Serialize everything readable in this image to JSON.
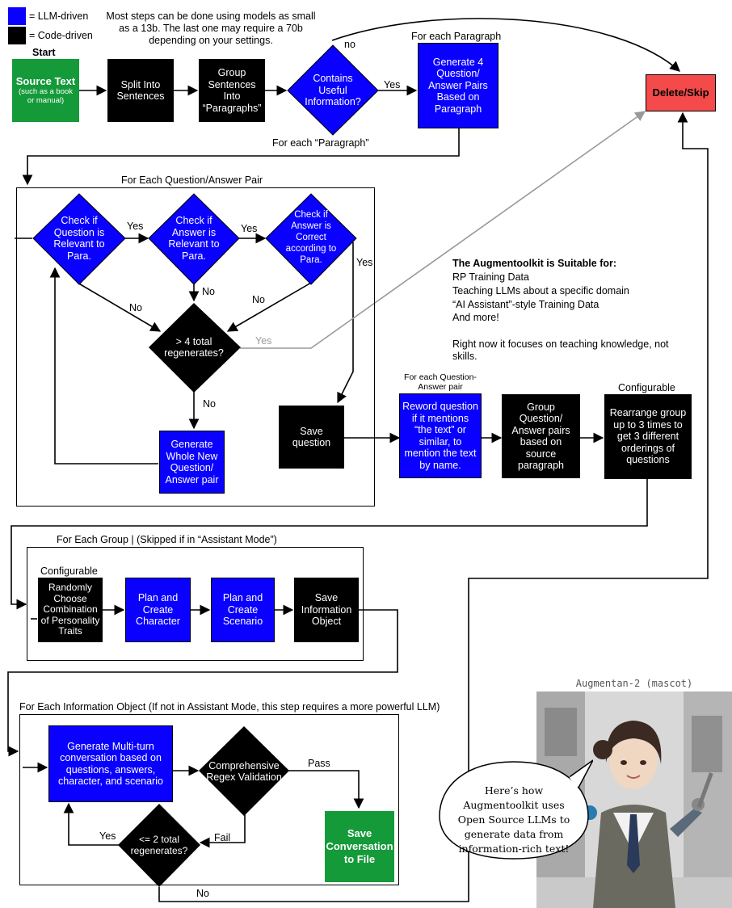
{
  "legend": {
    "llm": "= LLM-driven",
    "code": "= Code-driven",
    "llm_color": "#0a00ff",
    "code_color": "#000000"
  },
  "note": {
    "models": "Most steps can be done using models as small as a 13b. The last one may require a 70b depending on your settings."
  },
  "start": {
    "label": "Start",
    "source_title": "Source Text",
    "source_sub": "(such as a book or manual)"
  },
  "stage1": {
    "split": "Split Into Sentences",
    "group": "Group Sentences Into “Paragraphs”",
    "contains": "Contains Useful Information?",
    "generate": "Generate 4 Question/ Answer Pairs Based on Paragraph",
    "delete": "Delete/Skip",
    "for_each_paragraph_top": "For each Paragraph",
    "for_each_paragraph_bottom": "For each “Paragraph”",
    "yes": "Yes",
    "no": "no"
  },
  "stage2": {
    "frame_title": "For Each Question/Answer Pair",
    "q_relevant": "Check if Question is Relevant to Para.",
    "a_relevant": "Check if Answer is Relevant to Para.",
    "a_correct": "Check if Answer is Correct according to Para.",
    "regenerates": "> 4 total regenerates?",
    "generate_new": "Generate Whole New Question/ Answer pair",
    "save_question": "Save question",
    "yes": "Yes",
    "no": "No",
    "reword_title": "For each Question-Answer pair",
    "reword": "Reword question if it mentions “the text” or similar, to mention the text by name.",
    "group_pairs": "Group Question/ Answer pairs based on source paragraph",
    "configurable": "Configurable",
    "rearrange": "Rearrange group up to 3 times to get 3 different orderings of questions"
  },
  "suitable": {
    "title": "The Augmentoolkit is Suitable for:",
    "items": [
      "RP Training Data",
      "Teaching LLMs about a specific domain",
      "“AI Assistant”-style Training Data",
      "And more!"
    ],
    "focus": "Right now it focuses on teaching knowledge, not skills."
  },
  "stage3": {
    "frame_title": "For Each Group | (Skipped if in “Assistant Mode”)",
    "configurable": "Configurable",
    "random": "Randomly Choose Combination of Personality Traits",
    "character": "Plan and Create Character",
    "scenario": "Plan and Create Scenario",
    "save_info": "Save Information Object"
  },
  "stage4": {
    "frame_title": "For Each Information Object (If not in Assistant Mode, this step requires a more powerful LLM)",
    "multiturn": "Generate Multi-turn conversation based on questions, answers, character, and scenario",
    "regex": "Comprehensive Regex Validation",
    "pass": "Pass",
    "fail": "Fail",
    "regenerates": "<= 2 total regenerates?",
    "yes": "Yes",
    "no": "No",
    "save_file": "Save Conversation to File"
  },
  "mascot": {
    "title": "Augmentan-2 (mascot)",
    "bubble": "Here’s how Augmentoolkit uses Open Source LLMs to generate data from information-rich text!"
  }
}
